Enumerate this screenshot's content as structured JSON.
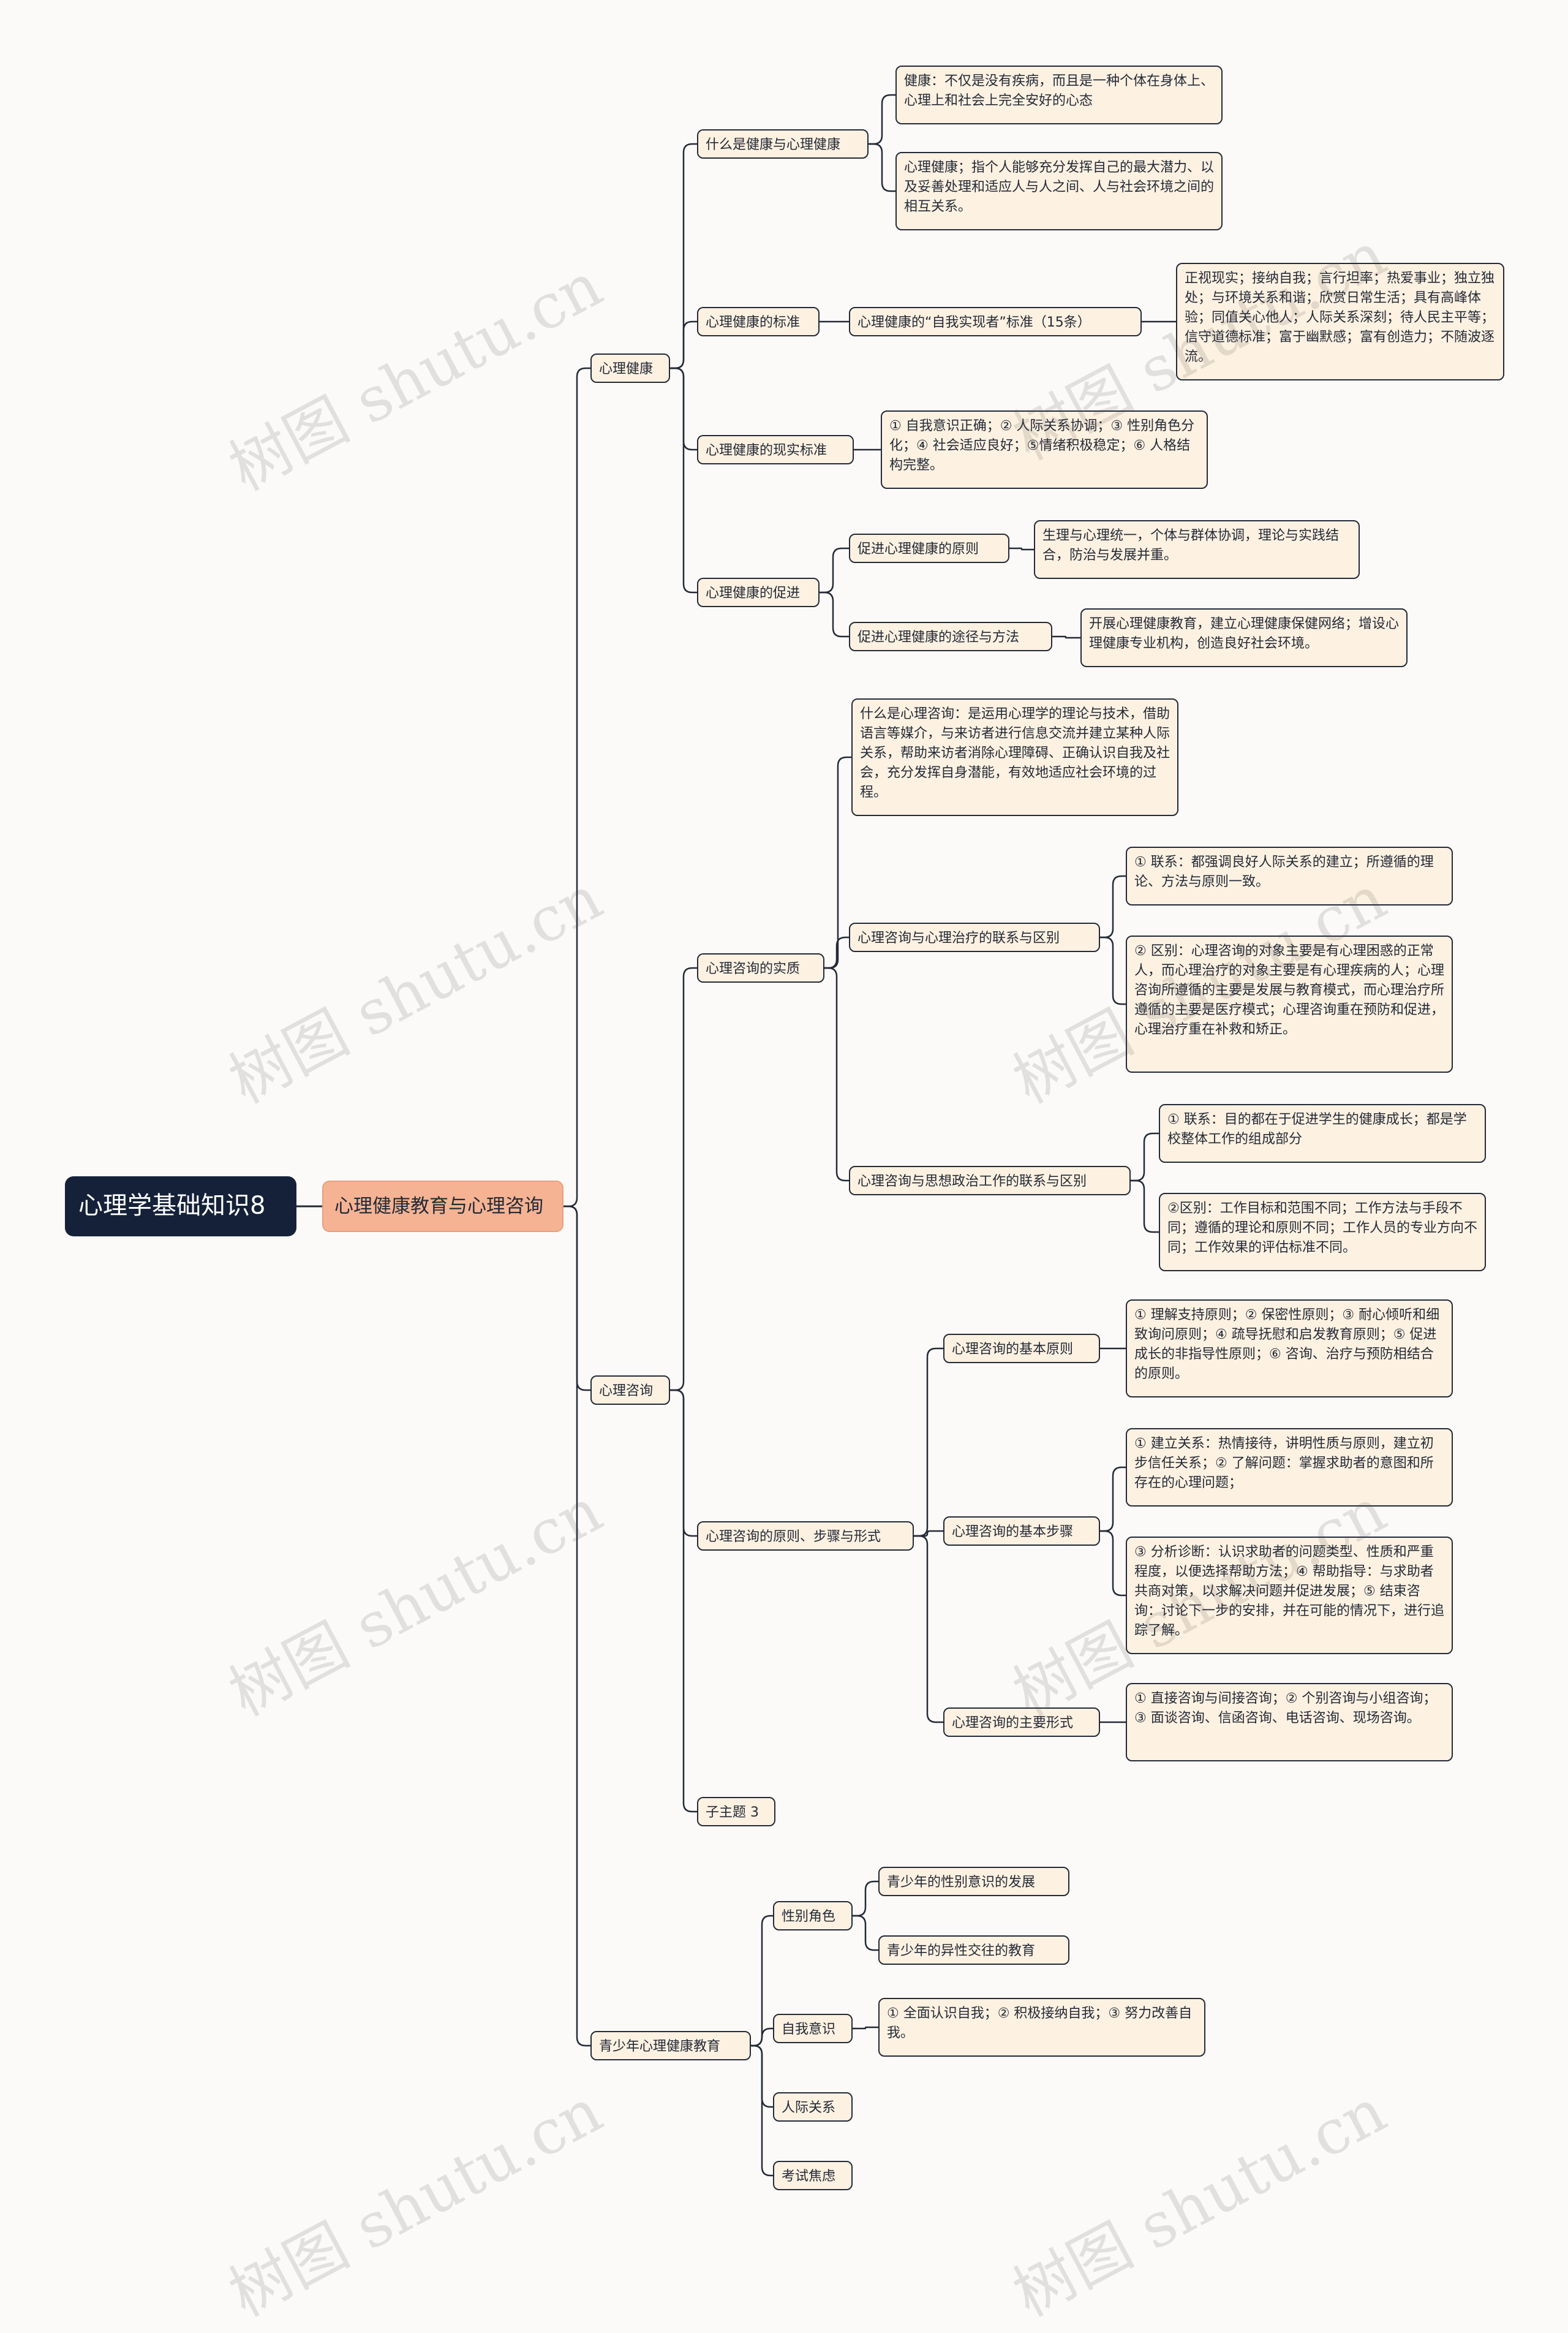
{
  "root": "心理学基础知识8",
  "main": "心理健康教育与心理咨询",
  "nodes": {
    "xljk": "心理健康",
    "smsjk": "什么是健康与心理健康",
    "jk_def": "健康：不仅是没有疾病，而且是一种个体在身体上、心理上和社会上完全安好的心态",
    "xljk_def": "心理健康；指个人能够充分发挥自己的最大潜力、以及妥善处理和适应人与人之间、人与社会环境之间的相互关系。",
    "biaozhun": "心理健康的标准",
    "zwsx": "心理健康的“自我实现者”标准（15条）",
    "zwsx_detail": "正视现实；接纳自我；言行坦率；热爱事业；独立独处；与环境关系和谐；欣赏日常生活；具有高峰体验；同值关心他人；人际关系深刻；待人民主平等；信守道德标准；富于幽默感；富有创造力；不随波逐流。",
    "xianshi": "心理健康的现实标准",
    "xianshi_detail": "① 自我意识正确；② 人际关系协调；③ 性别角色分化；④ 社会适应良好；⑤情绪积极稳定；⑥ 人格结构完整。",
    "cujin": "心理健康的促进",
    "yuanze": "促进心理健康的原则",
    "yuanze_detail": "生理与心理统一，个体与群体协调，理论与实践结合，防治与发展并重。",
    "tujing": "促进心理健康的途径与方法",
    "tujing_detail": "开展心理健康教育，建立心理健康保健网络；增设心理健康专业机构，创造良好社会环境。",
    "xlzx": "心理咨询",
    "shizhi": "心理咨询的实质",
    "shizhi_detail": "什么是心理咨询：是运用心理学的理论与技术，借助语言等媒介，与来访者进行信息交流并建立某种人际关系，帮助来访者消除心理障碍、正确认识自我及社会，充分发挥自身潜能，有效地适应社会环境的过程。",
    "zhiliao": "心理咨询与心理治疗的联系与区别",
    "zhiliao_lx": "① 联系：都强调良好人际关系的建立；所遵循的理论、方法与原则一致。",
    "zhiliao_qb": "② 区别：心理咨询的对象主要是有心理困惑的正常人，而心理治疗的对象主要是有心理疾病的人；心理咨询所遵循的主要是发展与教育模式，而心理治疗所遵循的主要是医疗模式；心理咨询重在预防和促进，心理治疗重在补救和矫正。",
    "sizheng": "心理咨询与思想政治工作的联系与区别",
    "sizheng_lx": "① 联系：目的都在于促进学生的健康成长；都是学校整体工作的组成部分",
    "sizheng_qb": "②区别：工作目标和范围不同；工作方法与手段不同；遵循的理论和原则不同；工作人员的专业方向不同；工作效果的评估标准不同。",
    "yzbx": "心理咨询的原则、步骤与形式",
    "jbyz": "心理咨询的基本原则",
    "jbyz_detail": "① 理解支持原则；② 保密性原则；③ 耐心倾听和细致询问原则；④ 疏导抚慰和启发教育原则；⑤ 促进成长的非指导性原则；⑥ 咨询、治疗与预防相结合的原则。",
    "buzhou": "心理咨询的基本步骤",
    "buzhou_1": "① 建立关系：热情接待，讲明性质与原则，建立初步信任关系；② 了解问题：掌握求助者的意图和所存在的心理问题；",
    "buzhou_2": "③ 分析诊断：认识求助者的问题类型、性质和严重程度，以便选择帮助方法；④ 帮助指导：与求助者共商对策，以求解决问题并促进发展；⑤ 结束咨询：讨论下一步的安排，并在可能的情况下，进行追踪了解。",
    "xingshi": "心理咨询的主要形式",
    "xingshi_detail": "① 直接咨询与间接咨询；② 个别咨询与小组咨询；③ 面谈咨询、信函咨询、电话咨询、现场咨询。",
    "zizhuti": "子主题 3",
    "qsn": "青少年心理健康教育",
    "xbjs": "性别角色",
    "xbjs_1": "青少年的性别意识的发展",
    "xbjs_2": "青少年的异性交往的教育",
    "zwyz": "自我意识",
    "zwyz_detail": "① 全面认识自我；② 积极接纳自我；③ 努力改善自我。",
    "rjgx": "人际关系",
    "ksjl": "考试焦虑"
  },
  "watermark": "树图 shutu.cn",
  "colors": {
    "line": "#232a37",
    "node_fill": "#fdf1e1",
    "root_fill": "#142139",
    "main_fill": "#f5b393",
    "background": "#fcfaf8"
  }
}
